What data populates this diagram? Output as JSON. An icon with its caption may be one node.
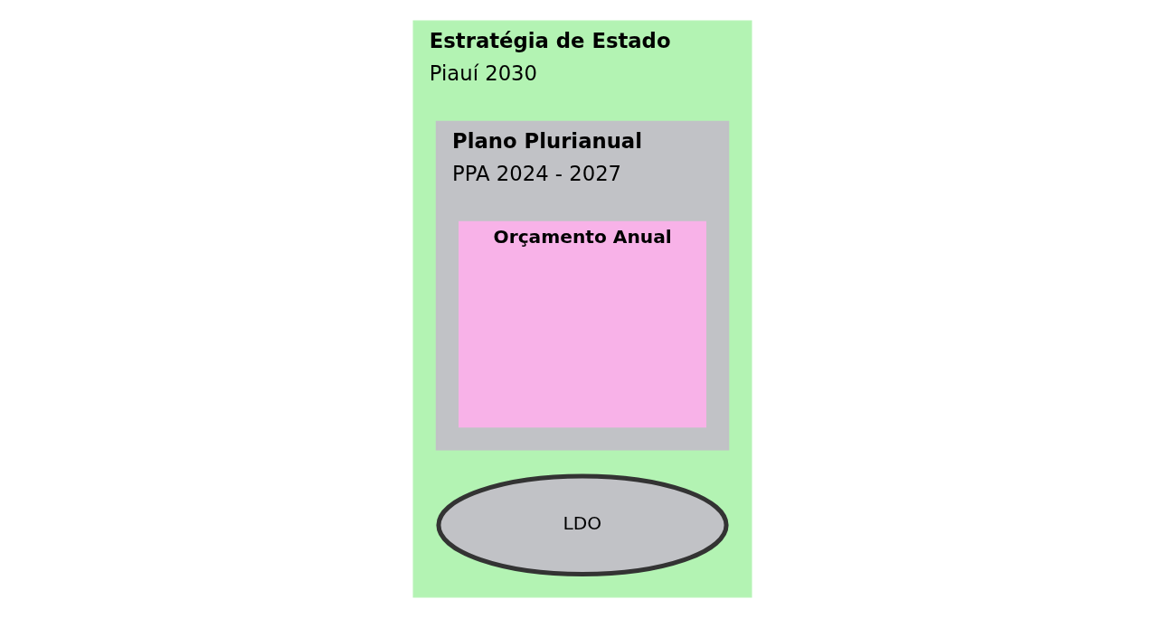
{
  "diagram": {
    "nodes": [
      {
        "text": [
          "Estratégia de Estado",
          "Piauí 2030"
        ]
      },
      {
        "text": [
          "Plano Plurianual",
          "PPA 2024 - 2027"
        ],
        "in": 0
      },
      {
        "text": [
          "Orçamento Anual"
        ],
        "in": 1
      },
      {
        "text": [
          "LDO"
        ],
        "in": 0
      }
    ]
  }
}
